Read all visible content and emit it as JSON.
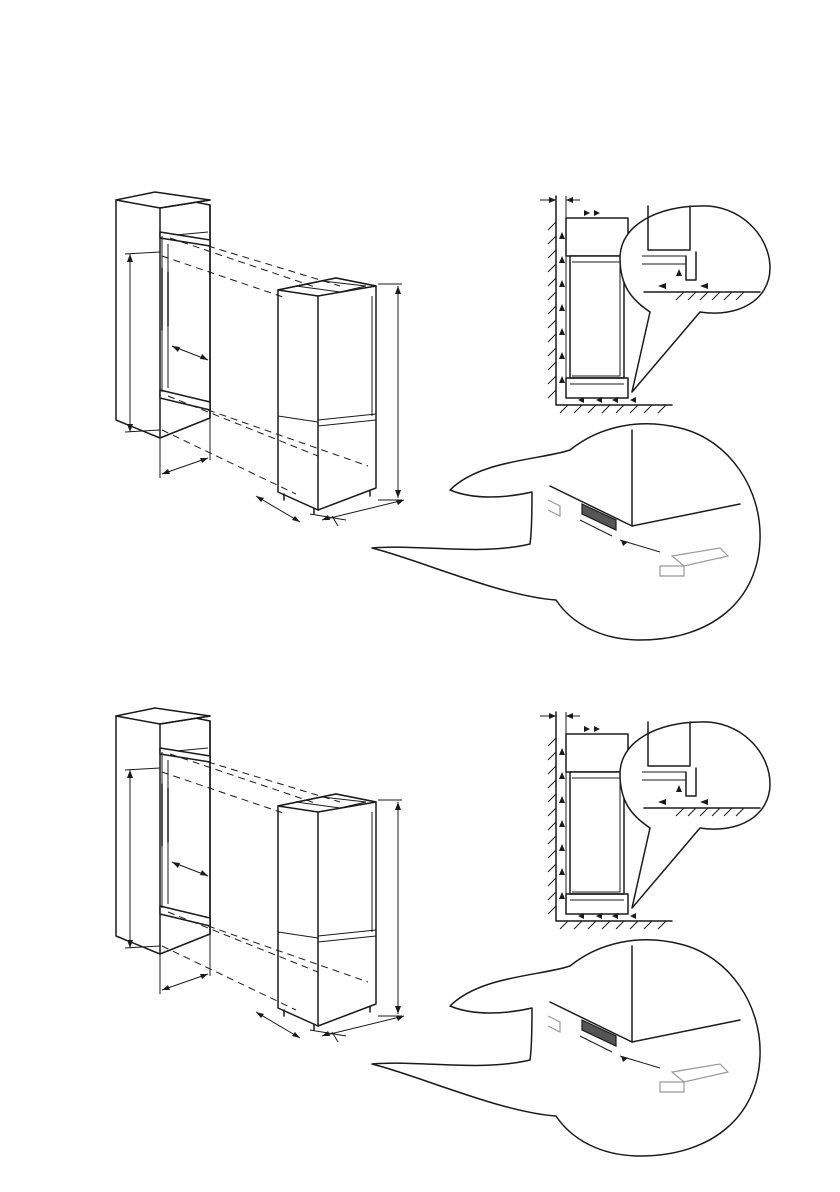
{
  "figure": {
    "description_hidden": "",
    "panels": [
      {
        "id": "top",
        "views": [
          "cabinet-niche",
          "appliance",
          "side-section",
          "bottom-detail"
        ]
      },
      {
        "id": "bottom",
        "views": [
          "cabinet-niche",
          "appliance",
          "side-section",
          "bottom-detail"
        ]
      }
    ]
  }
}
